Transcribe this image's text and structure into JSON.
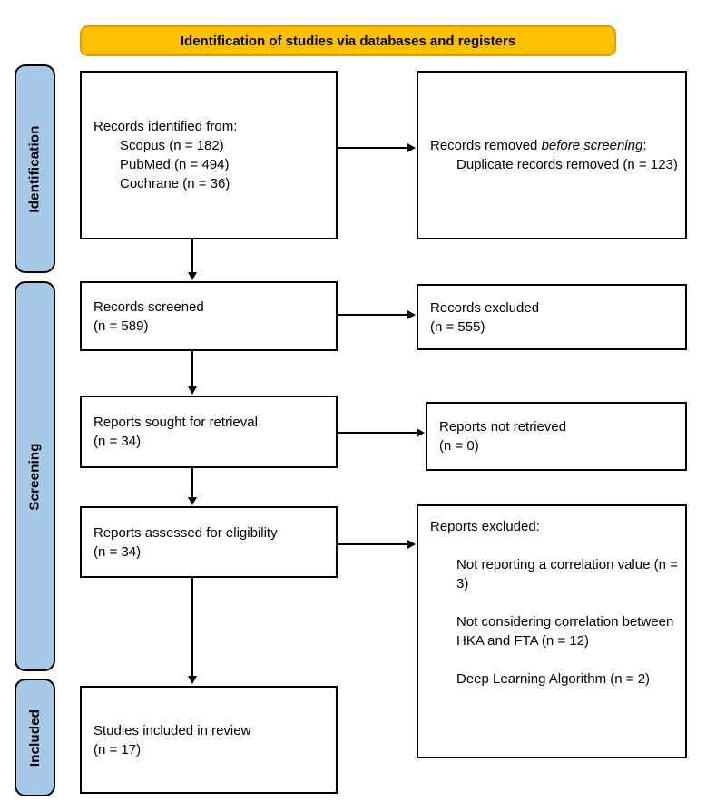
{
  "banner": {
    "title": "Identification of studies via databases and registers"
  },
  "stages": {
    "identification": "Identification",
    "screening": "Screening",
    "included": "Included"
  },
  "boxes": {
    "records_identified": {
      "title": "Records identified from:",
      "items": [
        "Scopus (n = 182)",
        "PubMed (n = 494)",
        "Cochrane (n = 36)"
      ]
    },
    "records_removed": {
      "prefix": "Records removed ",
      "italic": "before screening",
      "suffix": ":",
      "items": [
        "Duplicate records removed (n = 123)"
      ]
    },
    "records_screened": {
      "line1": "Records screened",
      "line2": "(n = 589)"
    },
    "records_excluded": {
      "line1": "Records excluded",
      "line2": "(n = 555)"
    },
    "reports_sought": {
      "line1": "Reports sought for retrieval",
      "line2": "(n = 34)"
    },
    "reports_not_retrieved": {
      "line1": "Reports not retrieved",
      "line2": "(n = 0)"
    },
    "reports_assessed": {
      "line1": "Reports assessed for eligibility",
      "line2": "(n = 34)"
    },
    "reports_excluded": {
      "title": "Reports excluded:",
      "items": [
        "Not reporting a correlation value (n = 3)",
        "Not considering correlation between HKA and FTA (n = 12)",
        "Deep Learning Algorithm (n = 2)"
      ]
    },
    "studies_included": {
      "line1": "Studies included in review",
      "line2": "(n = 17)"
    }
  },
  "colors": {
    "banner_fill": "#FFC000",
    "banner_border": "#E09C00",
    "stage_fill": "#A6C9E8",
    "box_border": "#000000"
  }
}
